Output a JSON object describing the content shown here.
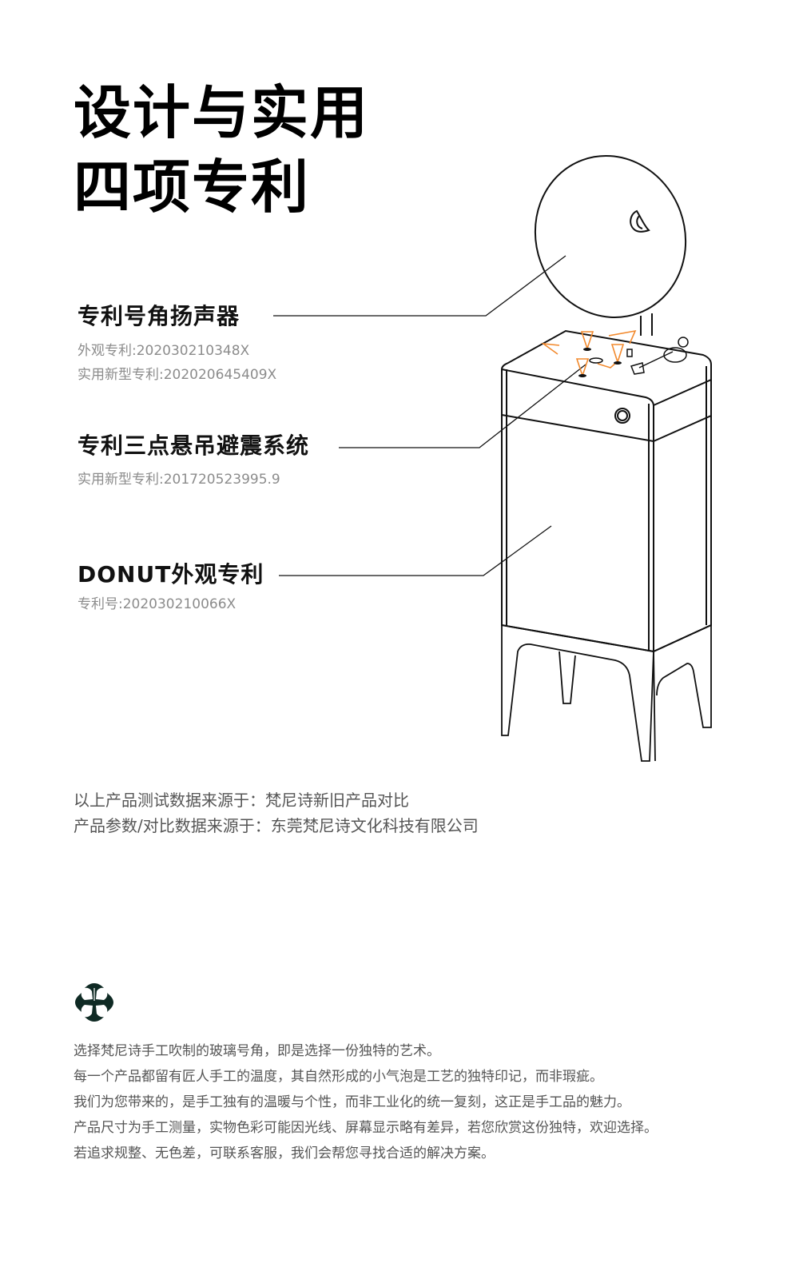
{
  "header": {
    "title_line1": "设计与实用",
    "title_line2": "四项专利"
  },
  "features": [
    {
      "title": "专利号角扬声器",
      "details": [
        "外观专利:202030210348X",
        "实用新型专利:202020645409X"
      ]
    },
    {
      "title": "专利三点悬吊避震系统",
      "details": [
        "实用新型专利:201720523995.9"
      ]
    },
    {
      "title": "DONUT外观专利",
      "details": [
        "专利号:202030210066X"
      ]
    }
  ],
  "source_notes": [
    "以上产品测试数据来源于：梵尼诗新旧产品对比",
    "产品参数/对比数据来源于：东莞梵尼诗文化科技有限公司"
  ],
  "brand": {
    "logo_icon": "cross-fleury-icon",
    "logo_color": "#0f2a24"
  },
  "description": [
    "选择梵尼诗手工吹制的玻璃号角，即是选择一份独特的艺术。",
    "每一个产品都留有匠人手工的温度，其自然形成的小气泡是工艺的独特印记，而非瑕疵。",
    "我们为您带来的，是手工独有的温暖与个性，而非工业化的统一复刻，这正是手工品的魅力。",
    "产品尺寸为手工测量，实物色彩可能因光线、屏幕显示略有差异，若您欣赏这份独特，欢迎选择。",
    "若追求规整、无色差，可联系客服，我们会帮您寻找合适的解决方案。"
  ],
  "colors": {
    "accent_orange": "#f28a2e",
    "line": "#111111",
    "subtext": "#8c8c8c"
  }
}
